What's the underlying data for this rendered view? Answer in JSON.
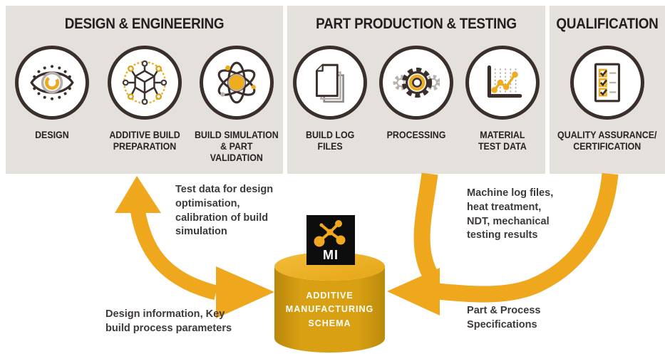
{
  "colors": {
    "panel_bg": "#e4e1dd",
    "gold": "#efa71e",
    "gold_light": "#f0b42c",
    "gold_dark": "#c08c0e",
    "icon_stroke": "#3a2f2b",
    "gray": "#b5b0ad",
    "ink": "#262223"
  },
  "sections": [
    {
      "title": "DESIGN & ENGINEERING",
      "items": [
        {
          "icon": "eye-icon",
          "label": "DESIGN"
        },
        {
          "icon": "network-icon",
          "label": "ADDITIVE BUILD\nPREPARATION"
        },
        {
          "icon": "atom-icon",
          "label": "BUILD SIMULATION\n& PART VALIDATION"
        }
      ]
    },
    {
      "title": "PART PRODUCTION & TESTING",
      "items": [
        {
          "icon": "documents-icon",
          "label": "BUILD LOG\nFILES"
        },
        {
          "icon": "gears-icon",
          "label": "PROCESSING"
        },
        {
          "icon": "chart-icon",
          "label": "MATERIAL\nTEST DATA"
        }
      ]
    },
    {
      "title": "QUALIFICATION",
      "items": [
        {
          "icon": "checklist-icon",
          "label": "QUALITY ASSURANCE/\nCERTIFICATION"
        }
      ]
    }
  ],
  "flows": {
    "test_data": "Test data for design\noptimisation,\ncalibration of build\nsimulation",
    "design_info": "Design information, Key\nbuild process parameters",
    "machine_log": "Machine log files,\nheat treatment,\nNDT, mechanical\ntesting results",
    "part_process": "Part & Process\nSpecifications"
  },
  "schema": {
    "label": "ADDITIVE\nMANUFACTURING\nSCHEMA",
    "logo_text": "MI",
    "logo_icon": "molecule-icon"
  }
}
